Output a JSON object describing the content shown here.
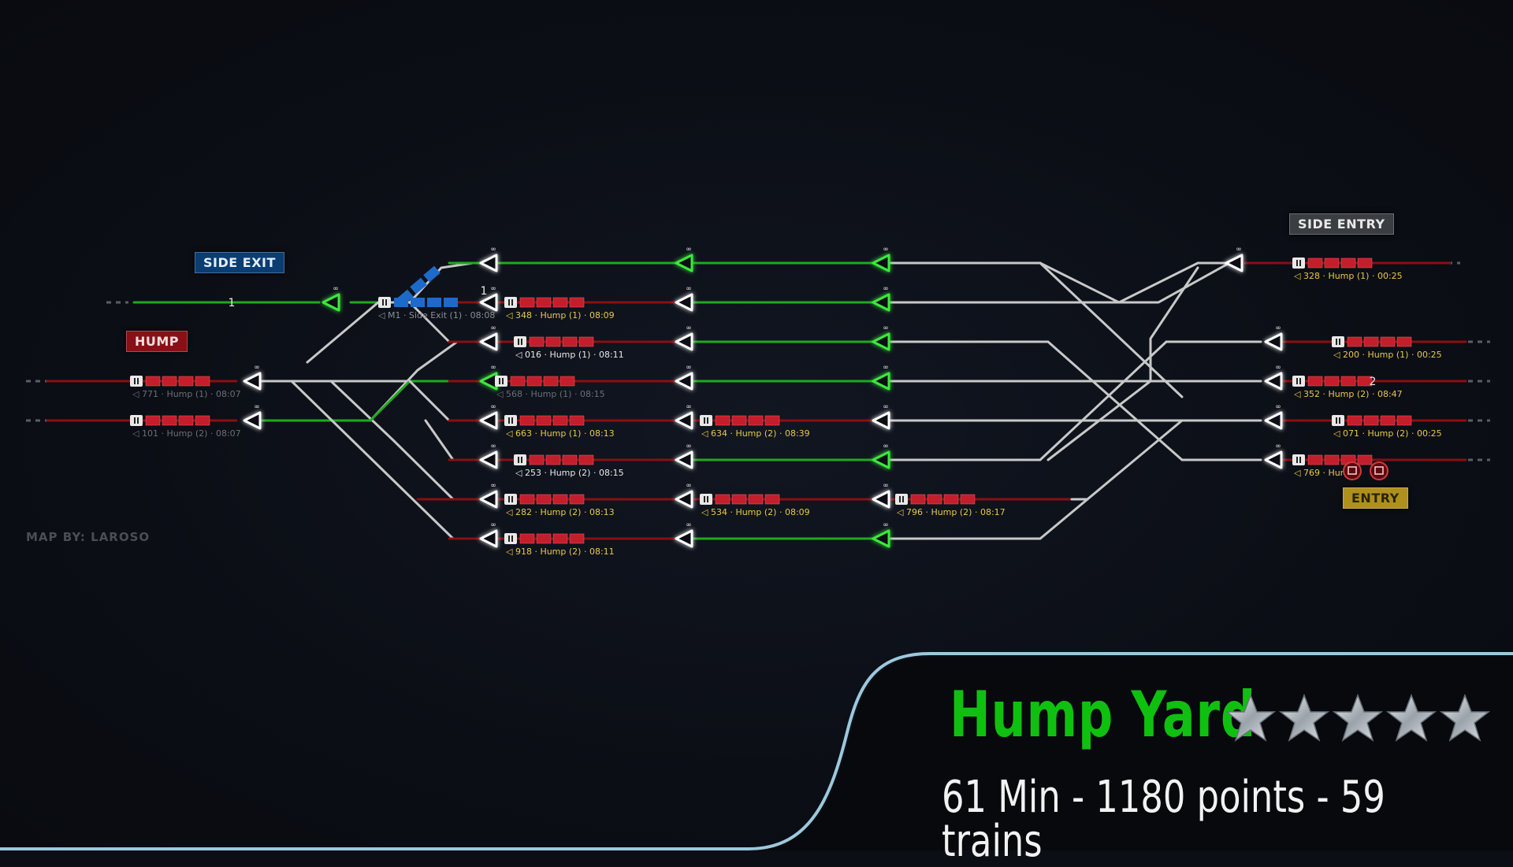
{
  "zones": {
    "side_exit": {
      "label": "SIDE EXIT",
      "color": "#0a3d72"
    },
    "hump": {
      "label": "HUMP",
      "color": "#8a1016"
    },
    "side_entry": {
      "label": "SIDE ENTRY",
      "color": "#3a3d42"
    },
    "entry": {
      "label": "ENTRY",
      "color": "#b0901c"
    }
  },
  "credit": "MAP BY: LAROSO",
  "track_numbers": [
    "1",
    "1",
    "2"
  ],
  "trains": [
    {
      "label": "M1 · Side Exit (1) · 08:08",
      "color": "#8a8e96"
    },
    {
      "label": "348 · Hump (1) · 08:09",
      "color": "#e8c84a"
    },
    {
      "label": "016 · Hump (1) · 08:11",
      "color": "#e8e8e8"
    },
    {
      "label": "771 · Hump (1) · 08:07",
      "color": "#6a6e76"
    },
    {
      "label": "568 · Hump (1) · 08:15",
      "color": "#6a6e76"
    },
    {
      "label": "101 · Hump (2) · 08:07",
      "color": "#6a6e76"
    },
    {
      "label": "663 · Hump (1) · 08:13",
      "color": "#e8c84a"
    },
    {
      "label": "634 · Hump (2) · 08:39",
      "color": "#e8c84a"
    },
    {
      "label": "253 · Hump (2) · 08:15",
      "color": "#e8e8e8"
    },
    {
      "label": "282 · Hump (2) · 08:13",
      "color": "#e8c84a"
    },
    {
      "label": "534 · Hump (2) · 08:09",
      "color": "#e8c84a"
    },
    {
      "label": "796 · Hump (2) · 08:17",
      "color": "#e8c84a"
    },
    {
      "label": "918 · Hump (2) · 08:11",
      "color": "#e8c84a"
    },
    {
      "label": "328 · Hump (1) · 00:25",
      "color": "#e8c84a"
    },
    {
      "label": "200 · Hump (1) · 00:25",
      "color": "#e8c84a"
    },
    {
      "label": "352 · Hump (2) · 08:47",
      "color": "#e8c84a"
    },
    {
      "label": "071 · Hump (2) · 00:25",
      "color": "#e8c84a"
    },
    {
      "label": "769 · Hum",
      "color": "#e8c84a"
    }
  ],
  "level": {
    "title": "Hump Yard",
    "stars": 5,
    "stats": "61 Min - 1180 points - 59 trains",
    "title_color": "#10c010",
    "accent_color": "#9cc8dc"
  },
  "colors": {
    "track_idle": "#c8c8c8",
    "track_clear": "#1eaa1e",
    "track_occupied": "#8a0f12",
    "signal_open": "#3ee83e",
    "signal_closed": "#ffffff"
  }
}
